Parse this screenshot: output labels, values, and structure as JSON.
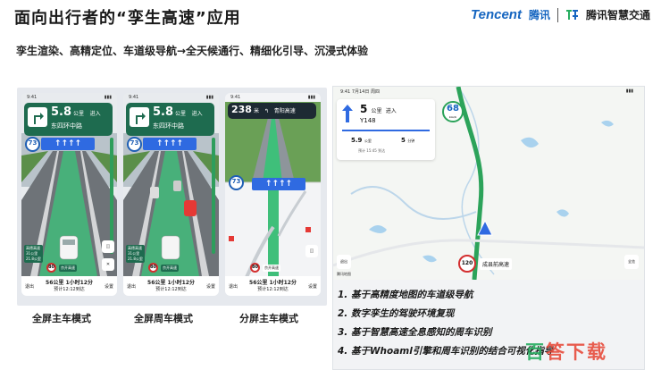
{
  "header": {
    "title": "面向出行者的“孪生高速”应用",
    "subtitle": "孪生渲染、高精定位、车道级导航→全天候通行、精细化引导、沉浸式体验",
    "brand_tencent": "Tencent",
    "brand_tencent_cn": "腾讯",
    "brand_partner": "腾讯智慧交通"
  },
  "screens": [
    {
      "status_time": "9:41",
      "distance": "5.8",
      "distance_unit": "公里",
      "enter": "进入",
      "road": "东四环中路",
      "speed": "73",
      "lane_arrows": "↑↑↑↑",
      "limit": "80",
      "road_tag": "京开高速",
      "side1": "高德高速",
      "side2": "31公里",
      "side3": "21.8公里",
      "eta_main": "56公里 1小时12分",
      "eta_sub": "预计12:12到达",
      "exit": "退出",
      "settings": "设置",
      "caption": "全屏主车模式"
    },
    {
      "status_time": "9:41",
      "distance": "5.8",
      "distance_unit": "公里",
      "enter": "进入",
      "road": "东四环中路",
      "speed": "73",
      "lane_arrows": "↑↑↑↑",
      "limit": "80",
      "road_tag": "京开高速",
      "side1": "高德高速",
      "side2": "31公里",
      "side3": "21.8公里",
      "eta_main": "56公里 1小时12分",
      "eta_sub": "预计12:12到达",
      "exit": "退出",
      "settings": "设置",
      "caption": "全屏周车模式"
    },
    {
      "status_time": "9:41",
      "distance": "238",
      "distance_unit": "米",
      "road": "青阳高速",
      "speed": "73",
      "lane_arrows": "↑↑↑↑",
      "limit": "80",
      "road_tag": "京开高速",
      "eta_main": "56公里 1小时12分",
      "eta_sub": "预计12:12到达",
      "exit": "退出",
      "settings": "设置",
      "caption": "分屏主车模式"
    }
  ],
  "map_screen": {
    "status": "9:41  7月14日 周四",
    "distance": "5",
    "distance_unit": "公里",
    "enter": "进入",
    "road": "Y148",
    "remain_km": "5.9",
    "remain_km_unit": "公里",
    "remain_min": "5",
    "remain_min_unit": "分钟",
    "arrive": "预计 15:45 到达",
    "speed": "68",
    "speed_unit": "km/h",
    "limit": "120",
    "road_label": "成县前高速",
    "btn_left": "退出",
    "btn_right": "全览",
    "map_brand": "腾讯地图"
  },
  "features": [
    "1. 基于高精度地图的车道级导航",
    "2. 数字孪生的驾驶环境复现",
    "3. 基于智慧高速全息感知的周车识别",
    "4. 基于Whoaml引擎和周车识别的结合可视化指导"
  ],
  "watermark": {
    "a": "百",
    "b": "答下载"
  },
  "colors": {
    "nav_green": "#1e6b4f",
    "lane_blue": "#2f6ae1",
    "brand_blue": "#1565c0"
  }
}
